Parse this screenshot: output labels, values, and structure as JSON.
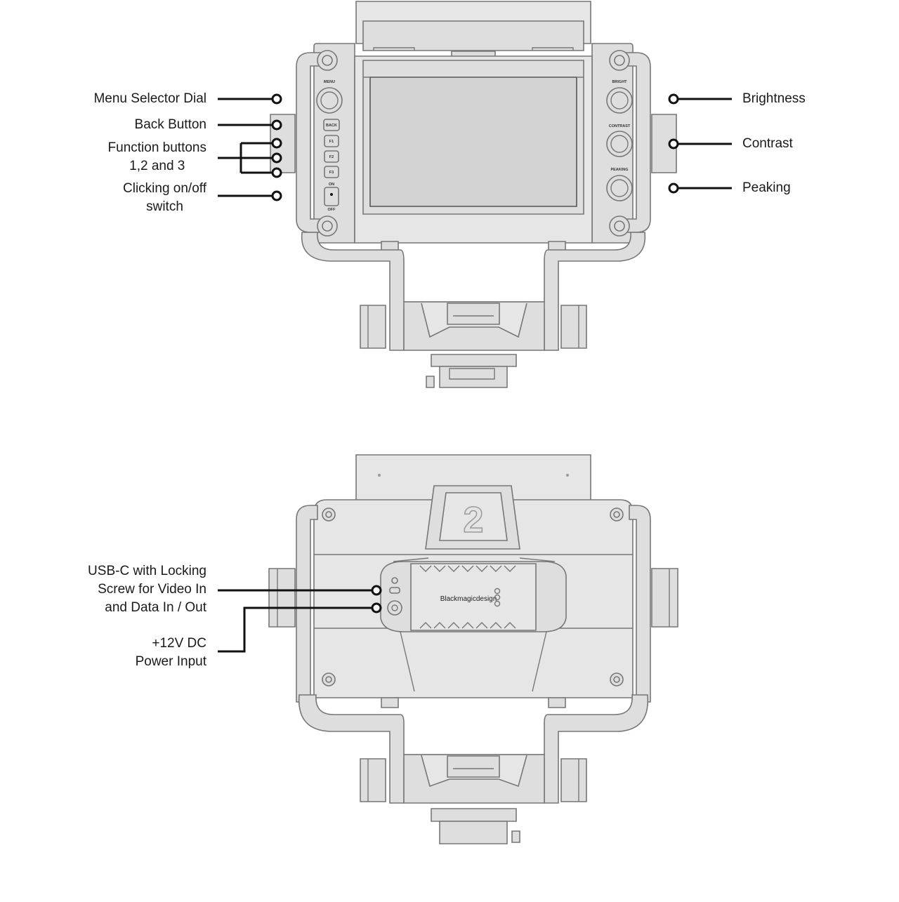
{
  "front_view": {
    "callouts_left": [
      {
        "id": "menu-selector-dial",
        "lines": [
          "Menu Selector Dial"
        ]
      },
      {
        "id": "back-button",
        "lines": [
          "Back Button"
        ]
      },
      {
        "id": "function-buttons",
        "lines": [
          "Function buttons",
          "1,2 and 3"
        ]
      },
      {
        "id": "on-off-switch",
        "lines": [
          "Clicking on/off",
          "switch"
        ]
      }
    ],
    "callouts_right": [
      {
        "id": "brightness",
        "lines": [
          "Brightness"
        ]
      },
      {
        "id": "contrast",
        "lines": [
          "Contrast"
        ]
      },
      {
        "id": "peaking",
        "lines": [
          "Peaking"
        ]
      }
    ],
    "panel_labels": {
      "menu": "MENU",
      "back": "BACK",
      "f1": "F1",
      "f2": "F2",
      "f3": "F3",
      "on": "ON",
      "off": "OFF",
      "bright": "BRIGHT",
      "contrast": "CONTRAST",
      "peaking": "PEAKING"
    }
  },
  "rear_view": {
    "callouts_left": [
      {
        "id": "usb-c",
        "lines": [
          "USB-C with Locking",
          "Screw for Video In",
          "and Data In / Out"
        ]
      },
      {
        "id": "dc-power",
        "lines": [
          "+12V DC",
          "Power Input"
        ]
      }
    ],
    "tally_number": "2",
    "brand": "Blackmagicdesign"
  },
  "colors": {
    "line": "#111111",
    "body_fill": "#dedede",
    "body_stroke": "#777777",
    "screen_fill": "#d4d4d4"
  }
}
